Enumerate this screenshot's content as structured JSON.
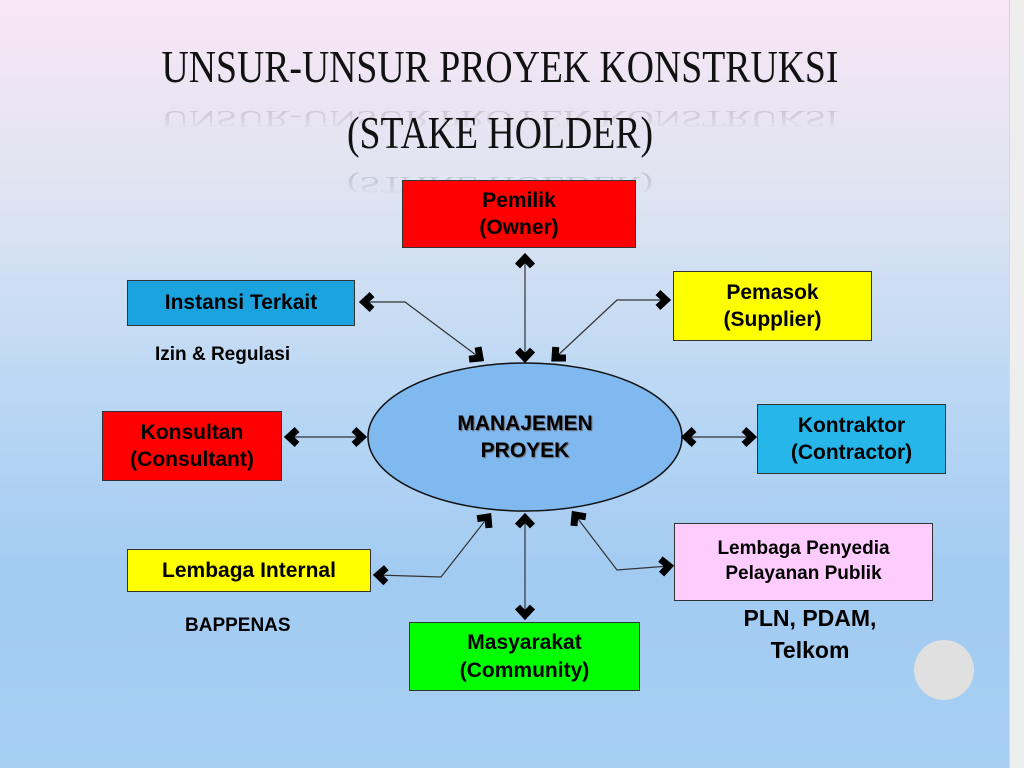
{
  "title": {
    "line1": "UNSUR-UNSUR PROYEK KONSTRUKSI",
    "line2": "(STAKE HOLDER)"
  },
  "center": {
    "line1": "MANAJEMEN",
    "line2": "PROYEK"
  },
  "nodes": {
    "owner": {
      "line1": "Pemilik",
      "line2": "(Owner)",
      "color": "#ff0000"
    },
    "agency": {
      "line1": "Instansi Terkait",
      "color": "#1ba3e0"
    },
    "supplier": {
      "line1": "Pemasok",
      "line2": "(Supplier)",
      "color": "#ffff00"
    },
    "consultant": {
      "line1": "Konsultan",
      "line2": "(Consultant)",
      "color": "#ff0000"
    },
    "contractor": {
      "line1": "Kontraktor",
      "line2": "(Contractor)",
      "color": "#27b6ea"
    },
    "internal": {
      "line1": "Lembaga Internal",
      "color": "#ffff00"
    },
    "public_service": {
      "line1": "Lembaga Penyedia",
      "line2": "Pelayanan Publik",
      "color": "#ffccff"
    },
    "community": {
      "line1": "Masyarakat",
      "line2": "(Community)",
      "color": "#00ff00"
    }
  },
  "notes": {
    "agency": "Izin & Regulasi",
    "internal": "BAPPENAS",
    "public_service_1": "PLN, PDAM,",
    "public_service_2": "Telkom"
  }
}
